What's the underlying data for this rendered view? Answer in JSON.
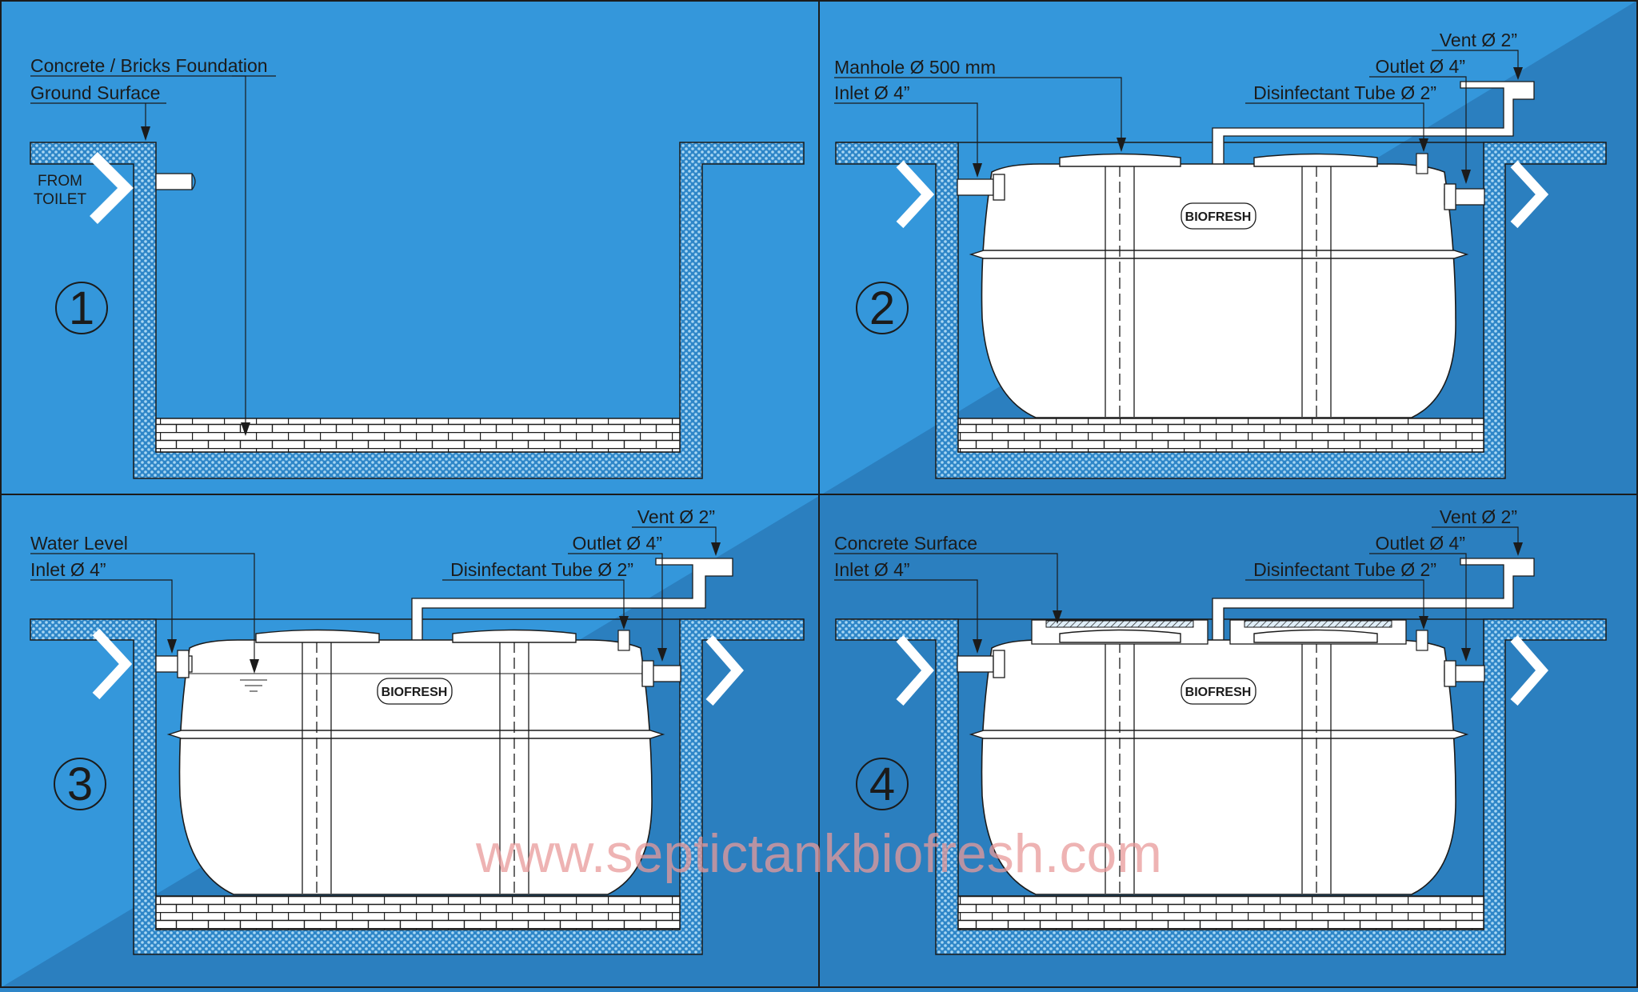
{
  "colors": {
    "bg_light": "#3497db",
    "bg_dark": "#2b7fbf",
    "ink": "#1b1b1b",
    "tank": "#ffffff",
    "gravel": "#9fd0ee",
    "watermark": "#e89a9a"
  },
  "panels": [
    {
      "number": "1",
      "labels": {
        "foundation": "Concrete / Bricks Foundation",
        "ground": "Ground Surface"
      },
      "from_toilet": [
        "FROM",
        "TOILET"
      ]
    },
    {
      "number": "2",
      "labels": {
        "manhole": "Manhole Ø 500 mm",
        "inlet": "Inlet Ø 4”",
        "vent": "Vent Ø 2”",
        "outlet": "Outlet Ø 4”",
        "disinfectant": "Disinfectant Tube Ø 2”"
      },
      "logo": "BIOFRESH"
    },
    {
      "number": "3",
      "labels": {
        "water": "Water Level",
        "inlet": "Inlet Ø 4”",
        "vent": "Vent Ø 2”",
        "outlet": "Outlet Ø 4”",
        "disinfectant": "Disinfectant Tube Ø 2”"
      },
      "logo": "BIOFRESH"
    },
    {
      "number": "4",
      "labels": {
        "concrete": "Concrete Surface",
        "inlet": "Inlet Ø 4”",
        "vent": "Vent Ø 2”",
        "outlet": "Outlet Ø 4”",
        "disinfectant": "Disinfectant Tube Ø 2”"
      },
      "logo": "BIOFRESH"
    }
  ],
  "watermark": "www.septictankbiofresh.com"
}
